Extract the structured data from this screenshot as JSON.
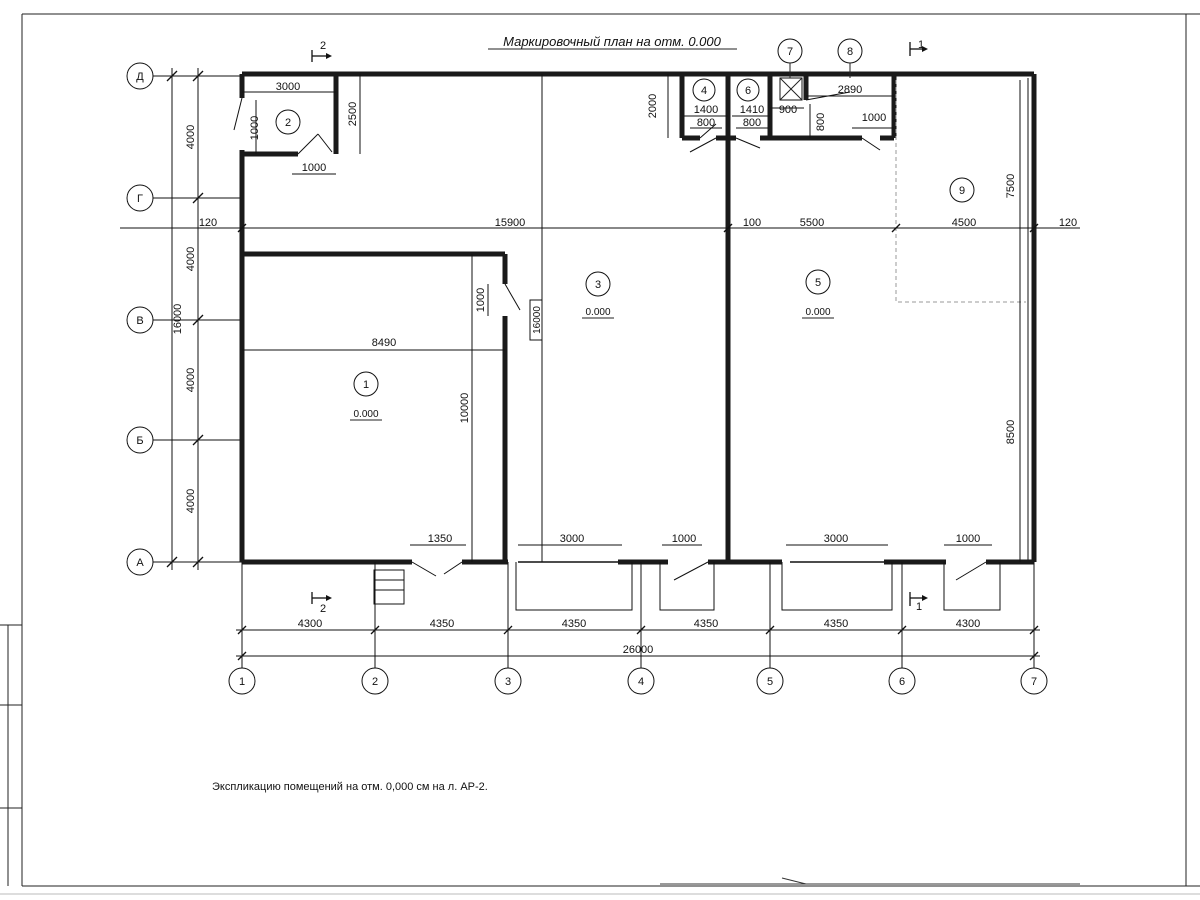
{
  "title": "Маркировочный план на отм. 0.000",
  "note": "Экспликацию помещений на отм. 0,000 см на л. АР-2.",
  "section_marks": {
    "left_top": "2",
    "left_bottom": "2",
    "right_top": "1",
    "right_bottom": "1"
  },
  "axes_letters": [
    "Д",
    "Г",
    "В",
    "Б",
    "А"
  ],
  "axes_numbers": [
    "1",
    "2",
    "3",
    "4",
    "5",
    "6",
    "7"
  ],
  "rooms": {
    "r1": {
      "num": "1",
      "level": "0.000"
    },
    "r2": {
      "num": "2"
    },
    "r3": {
      "num": "3",
      "level": "0.000"
    },
    "r4": {
      "num": "4"
    },
    "r5": {
      "num": "5",
      "level": "0.000"
    },
    "r6": {
      "num": "6"
    },
    "r7": {
      "num": "7"
    },
    "r8": {
      "num": "8"
    },
    "r9": {
      "num": "9"
    }
  },
  "dims": {
    "left_4000_a": "4000",
    "left_4000_b": "4000",
    "left_4000_c": "4000",
    "left_4000_d": "4000",
    "left_total": "16000",
    "top_3000": "3000",
    "top_2500": "2500",
    "top_1000_v": "1000",
    "top_1000_h": "1000",
    "top_2000": "2000",
    "top_1400": "1400",
    "top_1410": "1410",
    "top_900": "900",
    "top_800_a": "800",
    "top_800_b": "800",
    "top_800_v": "800",
    "top_2890": "2890",
    "top_1000_r": "1000",
    "mid_120_l": "120",
    "mid_15900": "15900",
    "mid_100": "100",
    "mid_5500": "5500",
    "mid_4500": "4500",
    "mid_120_r": "120",
    "room1_8490": "8490",
    "room1_10000": "10000",
    "room1_1000": "1000",
    "room3_16000": "16000",
    "right_7500": "7500",
    "right_8500": "8500",
    "bot_1350": "1350",
    "bot_3000_a": "3000",
    "bot_1000_a": "1000",
    "bot_3000_b": "3000",
    "bot_1000_b": "1000",
    "bays": [
      "4300",
      "4350",
      "4350",
      "4350",
      "4350",
      "4300"
    ],
    "bot_total": "26000"
  }
}
